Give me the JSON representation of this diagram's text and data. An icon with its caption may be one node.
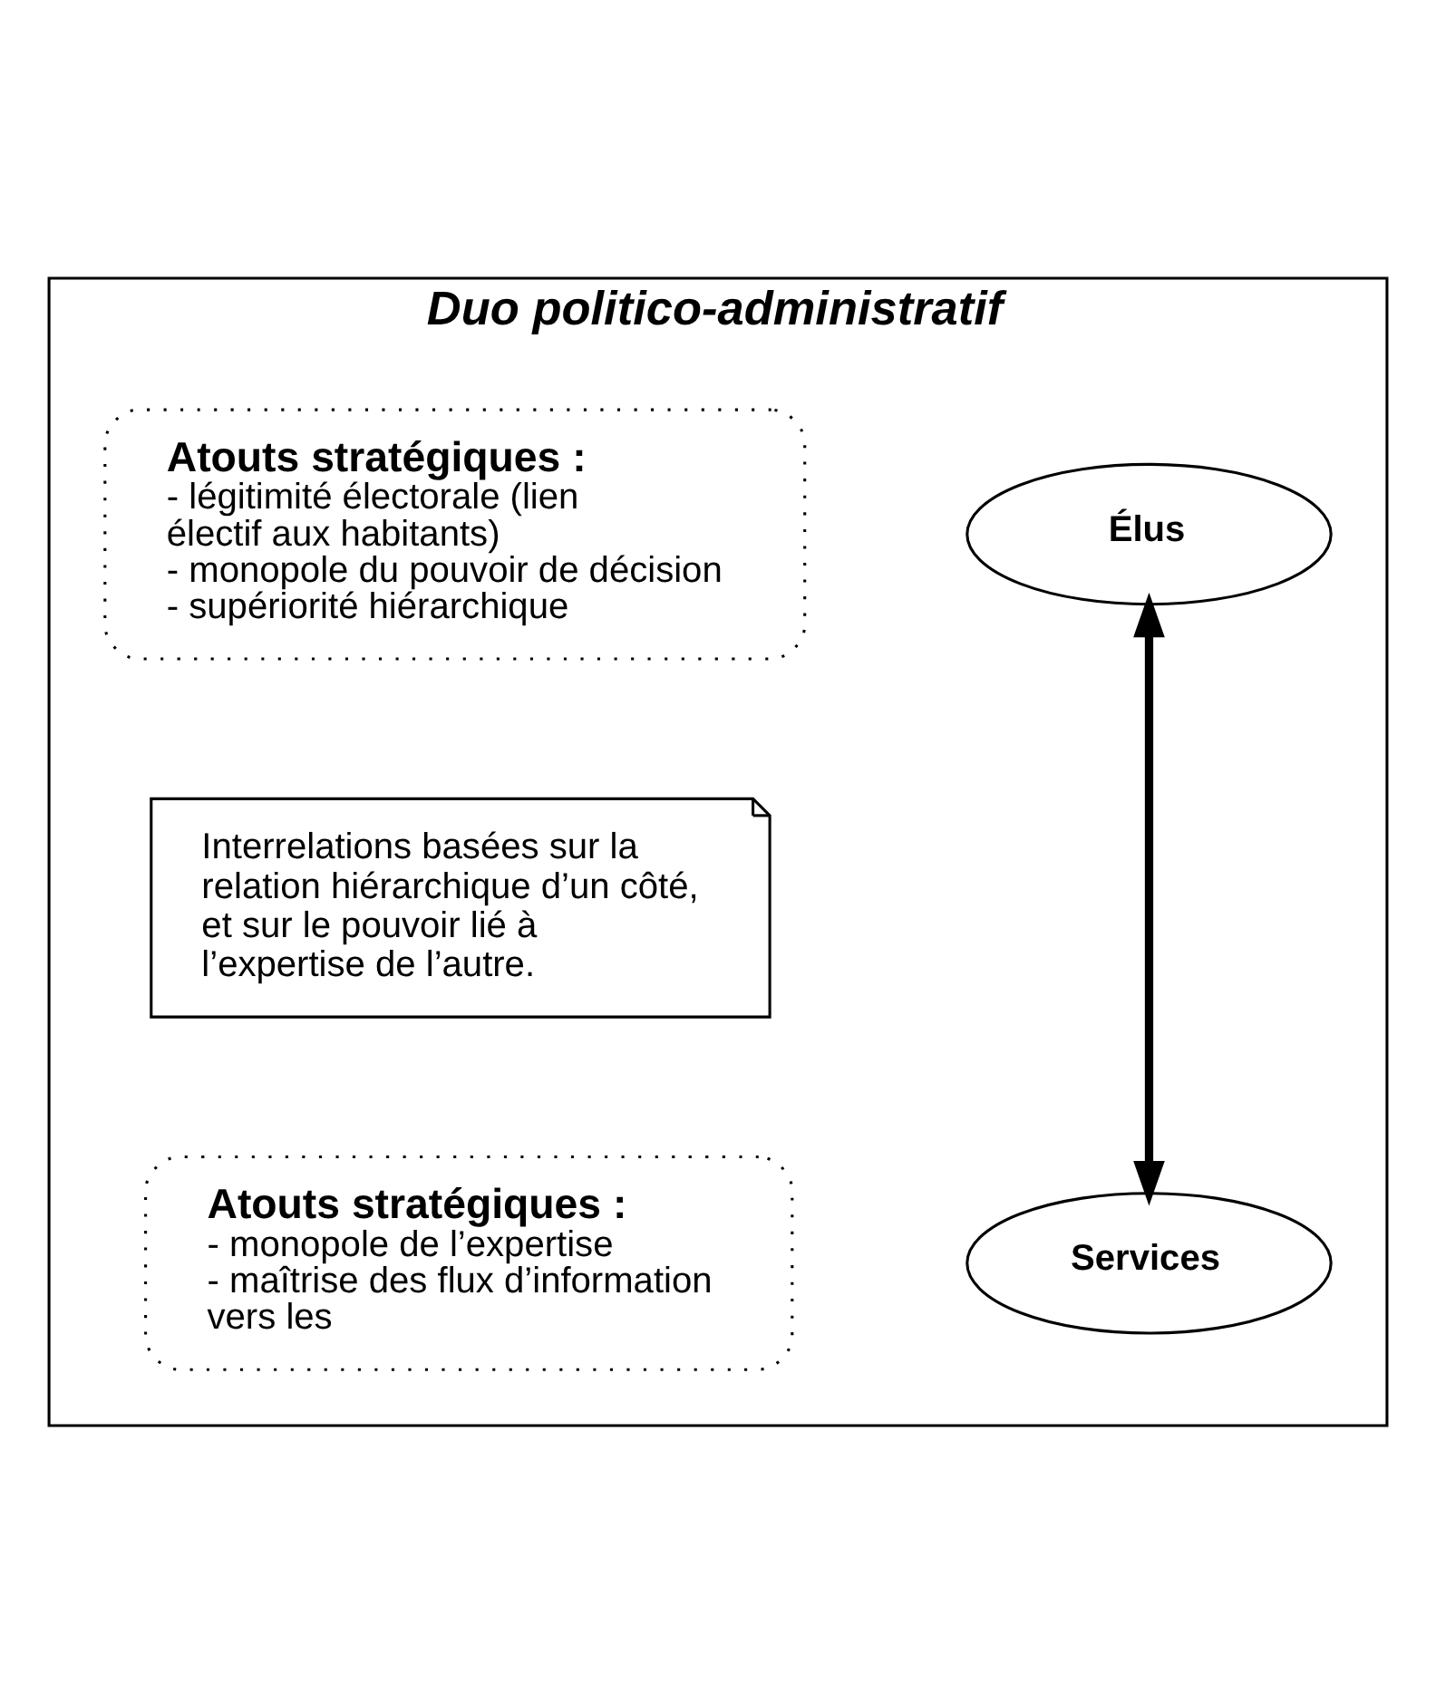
{
  "diagram": {
    "nodes": [
      {
        "text": [
          "Duo politico-administratif"
        ]
      },
      {
        "text": [
          "Élus"
        ],
        "in": 0
      },
      {
        "text": [
          "Atouts stratégiques :",
          "- légitimité électorale (lien électif aux habitants)",
          "- monopole du pouvoir de décision",
          "- supériorité hiérarchique"
        ],
        "in": 0
      },
      {
        "text": [
          "Interrelations basées sur la relation hiérarchique d’un côté, et sur le pouvoir lié à l’expertise de l’autre."
        ],
        "in": 0
      },
      {
        "text": [
          "Atouts stratégiques :",
          "- monopole de l’expertise",
          "- maîtrise des flux d’information vers les"
        ],
        "in": 0
      },
      {
        "text": [
          "Services"
        ],
        "in": 0
      }
    ],
    "edges": [
      {
        "from": 1,
        "to": 5,
        "arrow": "both"
      }
    ]
  }
}
